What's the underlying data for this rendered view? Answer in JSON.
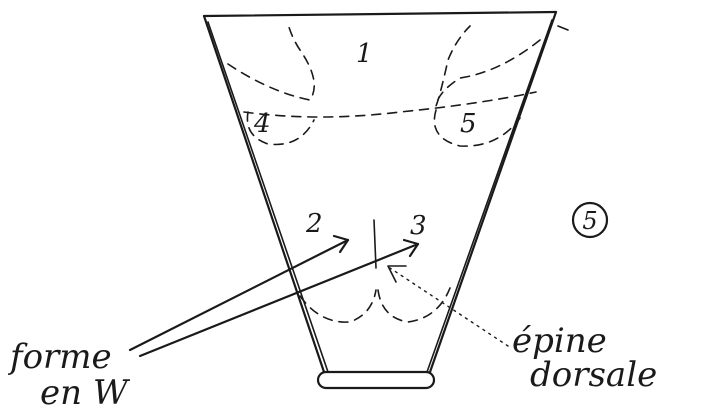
{
  "sketch": {
    "region_numbers": {
      "top": "1",
      "left": "4",
      "right": "5",
      "middle_left": "2",
      "middle_right": "3"
    },
    "figure_number": "5",
    "labels": {
      "w_shape_line1": "forme",
      "w_shape_line2": "en W",
      "spine_line1": "épine",
      "spine_line2": "dorsale"
    }
  }
}
